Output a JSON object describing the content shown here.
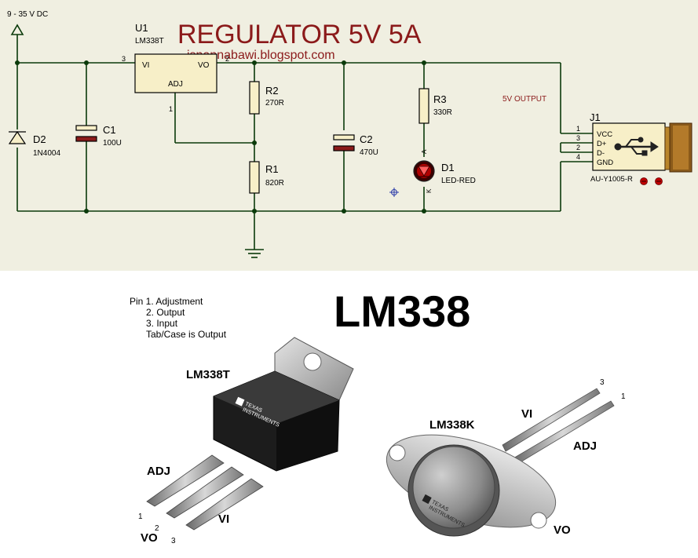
{
  "schematic": {
    "title": "REGULATOR 5V 5A",
    "blog": "isnannabawi.blogspot.com",
    "supply_label": "9 - 35 V DC",
    "output_label": "5V OUTPUT",
    "colors": {
      "background": "#f0efe1",
      "title": "#8b1a1a",
      "wire": "#0a3a0a",
      "component_fill": "#f7efc8",
      "capacitor_fill": "#8b1a1a"
    },
    "u1": {
      "ref": "U1",
      "part": "LM338T",
      "pin_vi": "VI",
      "pin_vo": "VO",
      "pin_adj": "ADJ",
      "pin3": "3",
      "pin2": "2",
      "pin1": "1"
    },
    "d2": {
      "ref": "D2",
      "value": "1N4004"
    },
    "c1": {
      "ref": "C1",
      "value": "100U"
    },
    "c2": {
      "ref": "C2",
      "value": "470U"
    },
    "r1": {
      "ref": "R1",
      "value": "820R"
    },
    "r2": {
      "ref": "R2",
      "value": "270R"
    },
    "r3": {
      "ref": "R3",
      "value": "330R"
    },
    "d1": {
      "ref": "D1",
      "value": "LED-RED",
      "anode": "A",
      "cathode": "K"
    },
    "j1": {
      "ref": "J1",
      "part": "AU-Y1005-R",
      "pins": [
        {
          "num": "1",
          "name": "VCC"
        },
        {
          "num": "3",
          "name": "D+"
        },
        {
          "num": "2",
          "name": "D-"
        },
        {
          "num": "4",
          "name": "GND"
        }
      ]
    }
  },
  "package": {
    "title": "LM338",
    "pinout": [
      "Pin 1. Adjustment",
      "2. Output",
      "3. Input",
      "Tab/Case is Output"
    ],
    "to220": {
      "label": "LM338T",
      "brand_line1": "TEXAS",
      "brand_line2": "INSTRUMENTS",
      "adj": "ADJ",
      "vo": "VO",
      "vi": "VI",
      "pin1": "1",
      "pin2": "2",
      "pin3": "3"
    },
    "to3": {
      "label": "LM338K",
      "brand_line1": "TEXAS",
      "brand_line2": "INSTRUMENTS",
      "vi": "VI",
      "adj": "ADJ",
      "vo": "VO",
      "pin3": "3",
      "pin1": "1"
    }
  }
}
